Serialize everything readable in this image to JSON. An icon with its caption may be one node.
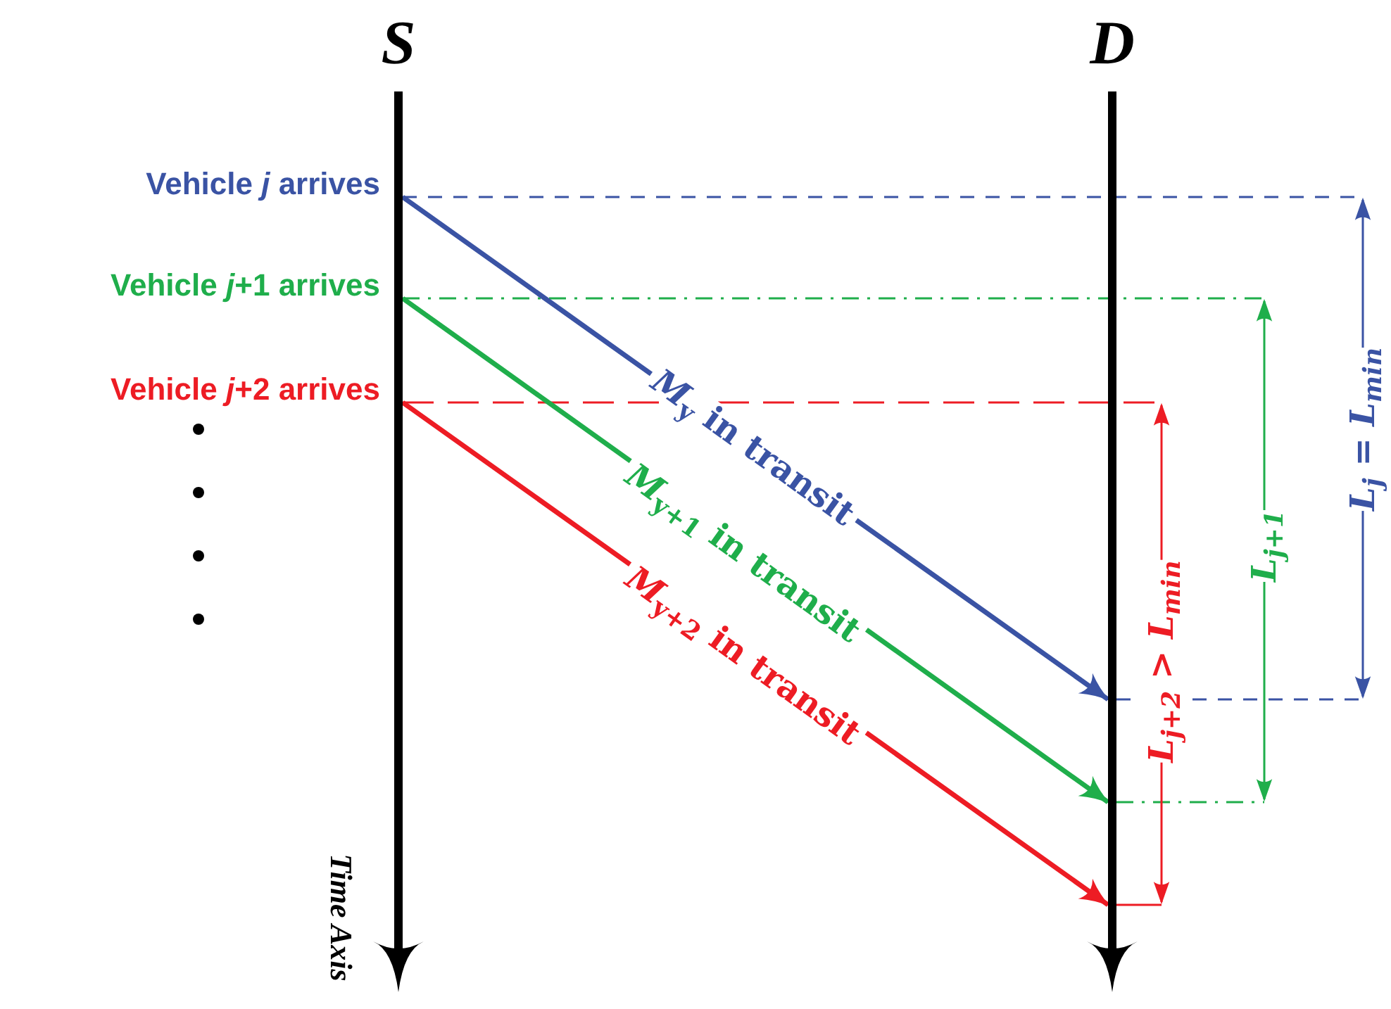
{
  "diagram": {
    "nodes": [
      {
        "text": [
          "S"
        ]
      },
      {
        "text": [
          "D"
        ]
      }
    ],
    "edges": [
      {
        "from": 0,
        "to": 1,
        "arrow": "to",
        "label": "*M*$_{y}$ in transit",
        "color": "#3a53a4"
      },
      {
        "from": 0,
        "to": 1,
        "arrow": "to",
        "label": "*M*$_{y+1}$ in transit",
        "color": "#1fae4b"
      },
      {
        "from": 0,
        "to": 1,
        "arrow": "to",
        "label": "*M*$_{y+2}$ in transit",
        "color": "#ed1c24"
      }
    ],
    "labels": [
      "Vehicle *j* arrives",
      "Vehicle *j*+1 arrives",
      "Vehicle *j*+2 arrives",
      "L$_{j}$ = L$_{min}$",
      "L$_{j+1}$",
      "L$_{j+2}$ > L$_{min}$",
      "Time Axis"
    ]
  }
}
